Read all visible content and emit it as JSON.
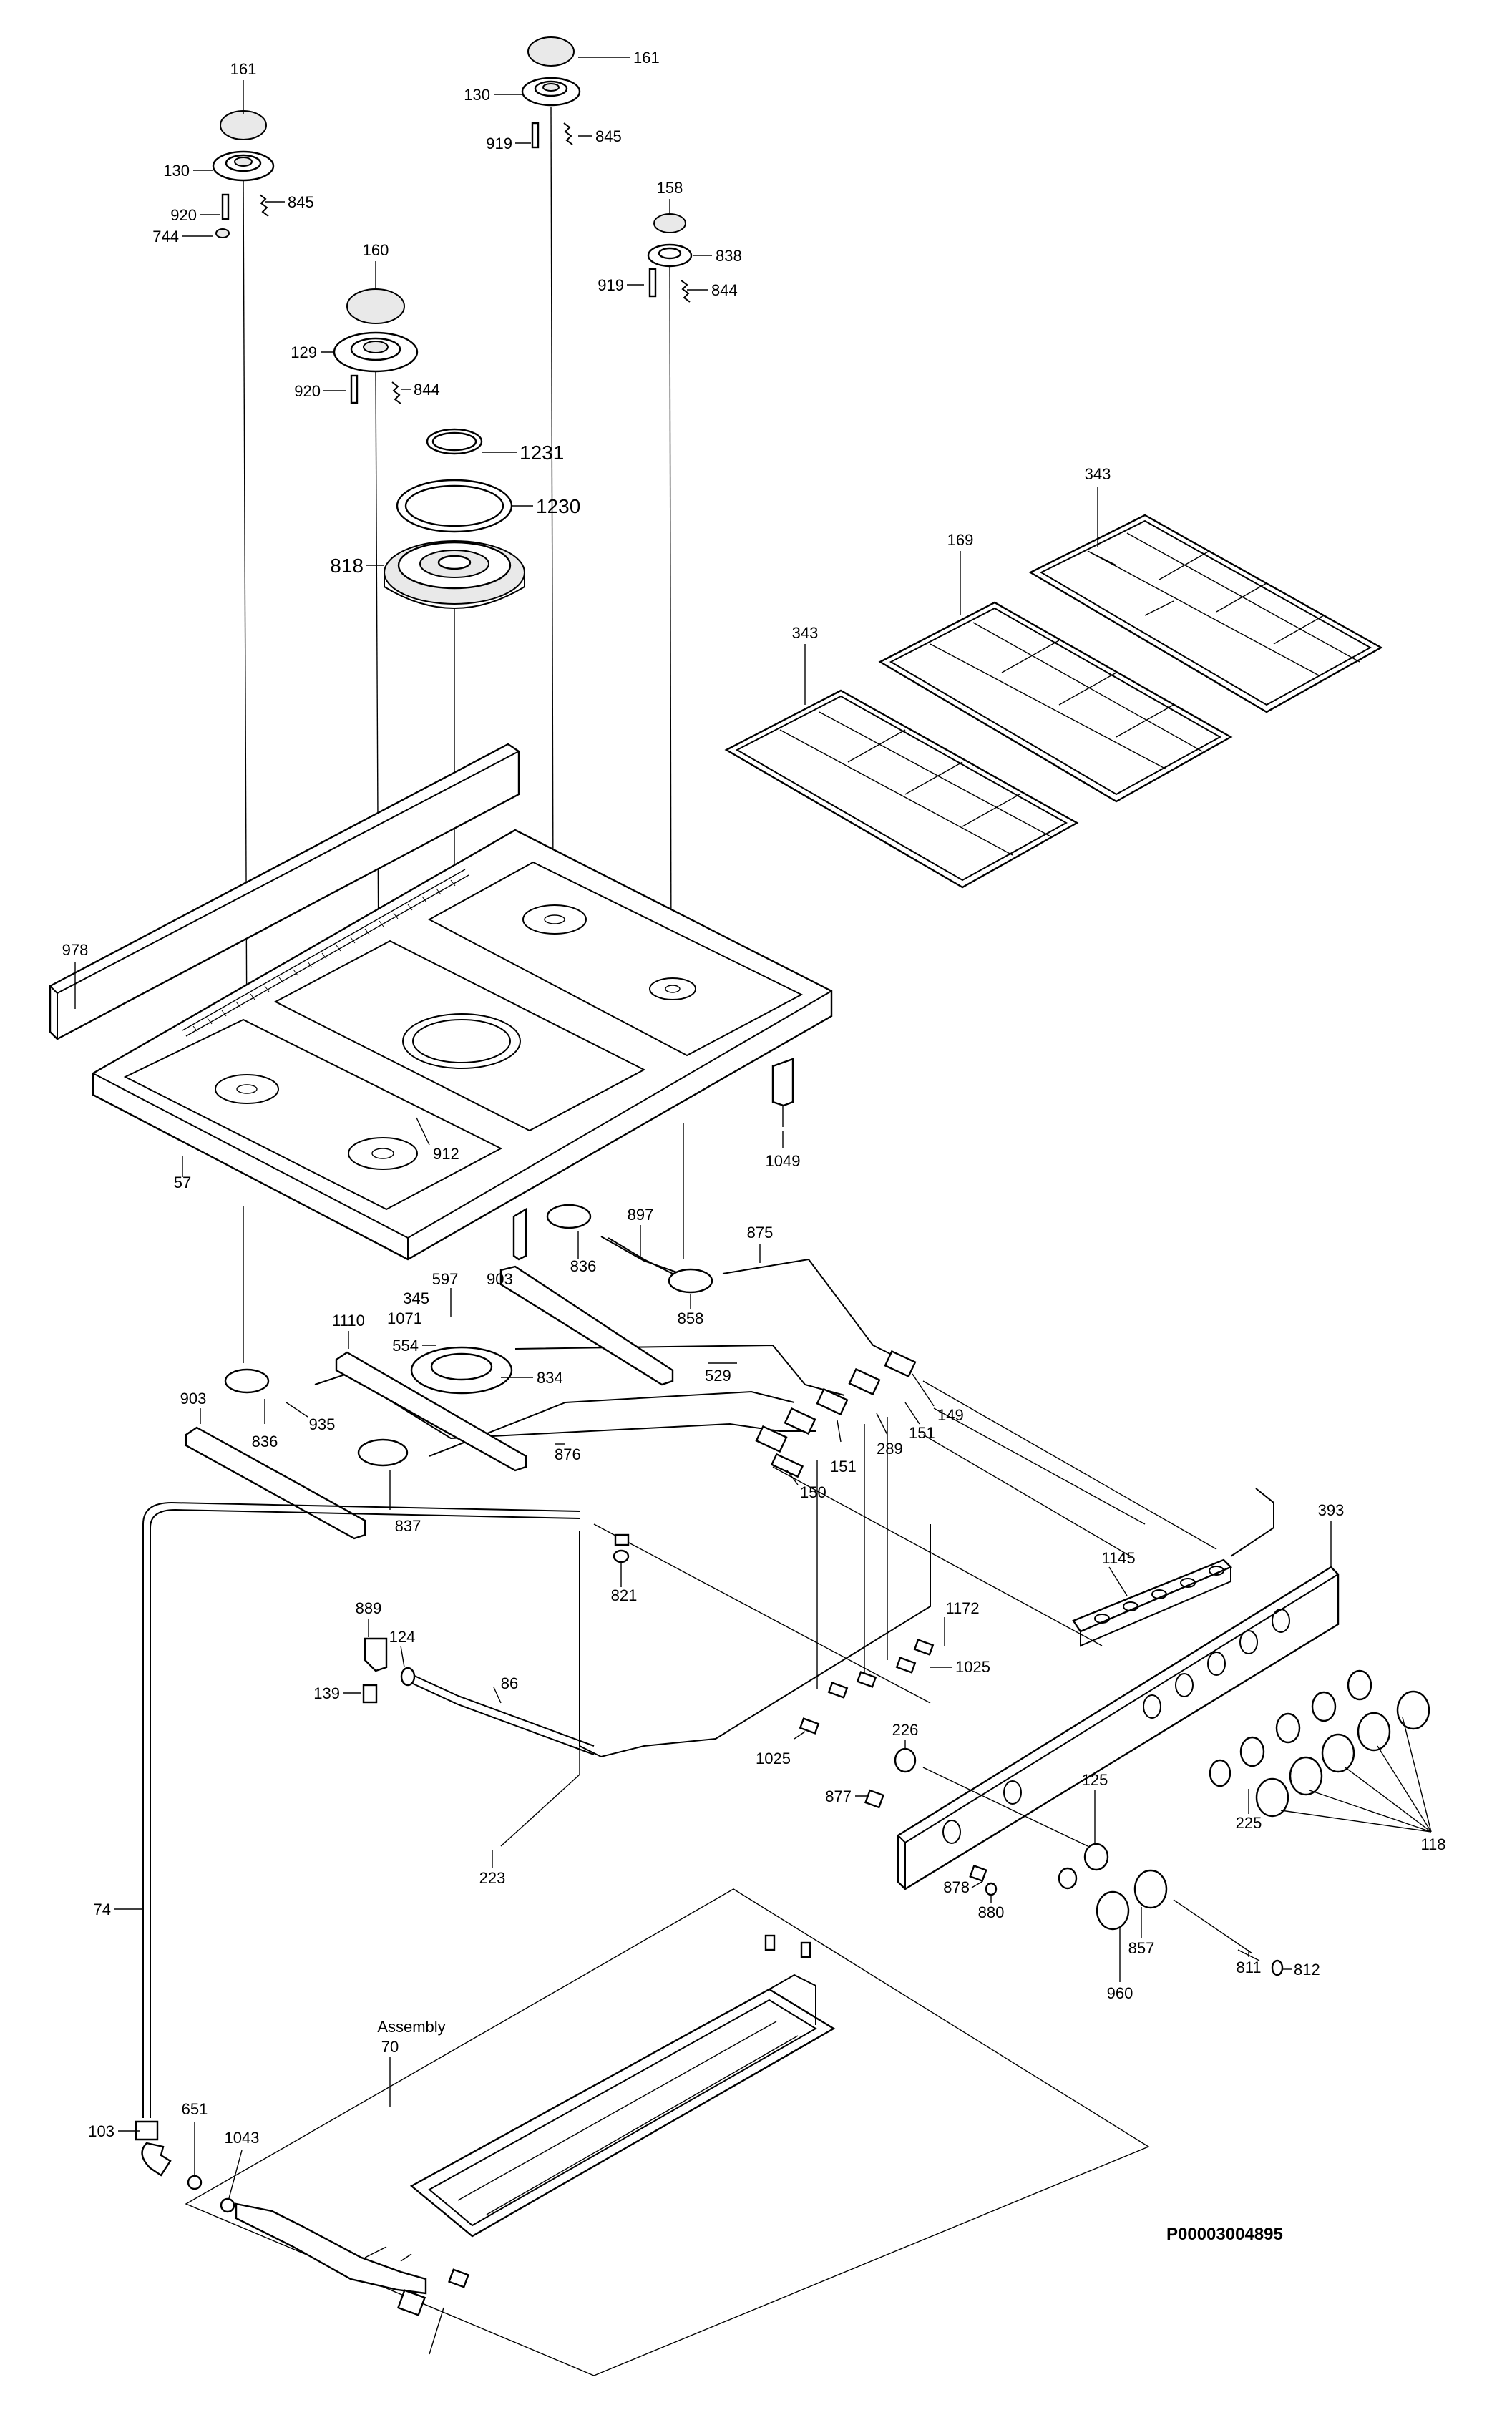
{
  "drawing_code": "P00003004895",
  "assembly": {
    "title": "Assembly",
    "number": "70"
  },
  "labels": {
    "l161a": "161",
    "l161b": "161",
    "l130a": "130",
    "l130b": "130",
    "l919a": "919",
    "l845a": "845",
    "l845b": "845",
    "l920a": "920",
    "l744": "744",
    "l158": "158",
    "l838": "838",
    "l919b": "919",
    "l844a": "844",
    "l160": "160",
    "l129": "129",
    "l920b": "920",
    "l844b": "844",
    "l1231": "1231",
    "l1230": "1230",
    "l818": "818",
    "l343a": "343",
    "l169": "169",
    "l343b": "343",
    "l978": "978",
    "l912": "912",
    "l57": "57",
    "l1049": "1049",
    "l897": "897",
    "l875": "875",
    "l836a": "836",
    "l858": "858",
    "l597": "597",
    "l345": "345",
    "l1071": "1071",
    "l554": "554",
    "l903a": "903",
    "l834": "834",
    "l529": "529",
    "l149": "149",
    "l1110": "1110",
    "l151a": "151",
    "l289": "289",
    "l151b": "151",
    "l903b": "903",
    "l935": "935",
    "l836b": "836",
    "l876": "876",
    "l150": "150",
    "l837": "837",
    "l393": "393",
    "l821": "821",
    "l1145": "1145",
    "l889": "889",
    "l124": "124",
    "l1172": "1172",
    "l139": "139",
    "l86": "86",
    "l1025a": "1025",
    "l1025b": "1025",
    "l226": "226",
    "l877": "877",
    "l125": "125",
    "l225": "225",
    "l118": "118",
    "l223": "223",
    "l878": "878",
    "l880": "880",
    "l74": "74",
    "l857": "857",
    "l811": "811",
    "l812": "812",
    "l960": "960",
    "l103": "103",
    "l651": "651",
    "l1043": "1043"
  }
}
